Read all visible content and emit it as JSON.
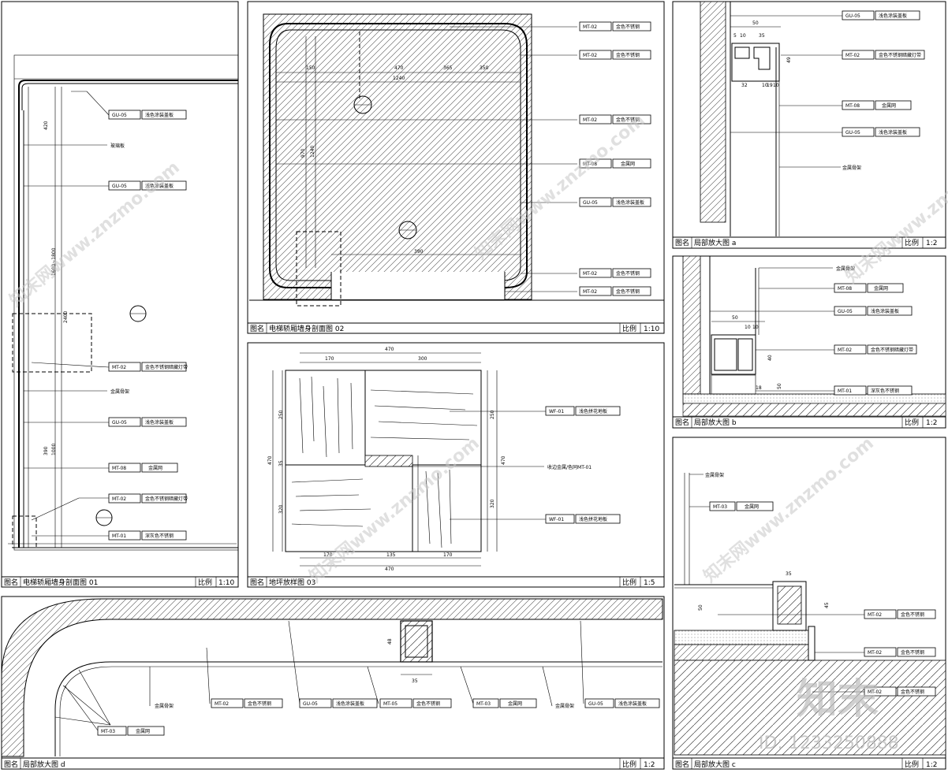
{
  "panels": [
    {
      "name_label": "图名",
      "title": "电梯轿厢墙身剖面图 01",
      "scale_label": "比例",
      "scale": "1:10"
    },
    {
      "name_label": "图名",
      "title": "电梯轿厢墙身剖面图 02",
      "scale_label": "比例",
      "scale": "1:10"
    },
    {
      "name_label": "图名",
      "title": "局部放大图 a",
      "scale_label": "比例",
      "scale": "1:2"
    },
    {
      "name_label": "图名",
      "title": "局部放大图 b",
      "scale_label": "比例",
      "scale": "1:2"
    },
    {
      "name_label": "图名",
      "title": "地坪放样图 03",
      "scale_label": "比例",
      "scale": "1:5"
    },
    {
      "name_label": "图名",
      "title": "局部放大图 d",
      "scale_label": "比例",
      "scale": "1:2"
    },
    {
      "name_label": "图名",
      "title": "局部放大图 c",
      "scale_label": "比例",
      "scale": "1:2"
    }
  ],
  "tags": {
    "p1": [
      {
        "code": "GU-05",
        "text": "浅色涂装盖板"
      },
      {
        "code": "GU-05",
        "text": "浅色涂装盖板"
      },
      {
        "code": "MT-02",
        "text": "金色不锈钢暗藏灯带"
      },
      {
        "code": "GU-05",
        "text": "浅色涂装盖板"
      },
      {
        "code": "MT-08",
        "text": "金属网"
      },
      {
        "code": "MT-02",
        "text": "金色不锈钢暗藏灯带"
      },
      {
        "code": "MT-01",
        "text": "深灰色不锈钢"
      }
    ],
    "p1_notes": [
      "玻璃板",
      "金属骨架"
    ],
    "p2": [
      {
        "code": "MT-02",
        "text": "金色不锈钢"
      },
      {
        "code": "MT-02",
        "text": "金色不锈钢"
      },
      {
        "code": "MT-02",
        "text": "金色不锈钢"
      },
      {
        "code": "MT-08",
        "text": "金属网"
      },
      {
        "code": "GU-05",
        "text": "浅色涂装盖板"
      },
      {
        "code": "MT-02",
        "text": "金色不锈钢"
      },
      {
        "code": "MT-02",
        "text": "金色不锈钢"
      }
    ],
    "pa": [
      {
        "code": "GU-05",
        "text": "浅色涂装盖板"
      },
      {
        "code": "MT-02",
        "text": "金色不锈钢暗藏灯带"
      },
      {
        "code": "MT-08",
        "text": "金属网"
      },
      {
        "code": "GU-05",
        "text": "浅色涂装盖板"
      }
    ],
    "pa_note": "金属骨架",
    "pb": [
      {
        "code": "MT-08",
        "text": "金属网"
      },
      {
        "code": "GU-05",
        "text": "浅色涂装盖板"
      },
      {
        "code": "MT-02",
        "text": "金色不锈钢暗藏灯带"
      },
      {
        "code": "MT-01",
        "text": "深灰色不锈钢"
      }
    ],
    "pb_note": "金属骨架",
    "p3": [
      {
        "code": "WF-01",
        "text": "浅色拼花地板"
      },
      {
        "code": "WF-01",
        "text": "浅色拼花地板"
      }
    ],
    "p3_note": "收边金属/色同MT-01",
    "pd": [
      {
        "code": "MT-02",
        "text": "金色不锈钢"
      },
      {
        "code": "GU-05",
        "text": "浅色涂装盖板"
      },
      {
        "code": "MT-05",
        "text": "金色不锈钢"
      },
      {
        "code": "MT-03",
        "text": "金属网"
      },
      {
        "code": "GU-05",
        "text": "浅色涂装盖板"
      },
      {
        "code": "MT-03",
        "text": "金属网"
      }
    ],
    "pd_notes": [
      "金属骨架",
      "金属骨架"
    ],
    "pc": [
      {
        "code": "MT-03",
        "text": "金属网"
      },
      {
        "code": "MT-02",
        "text": "金色不锈钢"
      },
      {
        "code": "MT-02",
        "text": "金色不锈钢"
      },
      {
        "code": "MT-02",
        "text": "金色不锈钢"
      }
    ],
    "pc_note": "金属骨架"
  },
  "dims": {
    "p2_top": [
      "150",
      "470",
      "365",
      "350"
    ],
    "p2_total": "1240",
    "p2_left": [
      "970",
      "1240"
    ],
    "p2_bottom": "390",
    "p3_top_total": "470",
    "p3_top": [
      "170",
      "300"
    ],
    "p3_bottom": [
      "170",
      "135",
      "170"
    ],
    "p3_bottom_total": "470",
    "p3_left": [
      "250",
      "35",
      "320"
    ],
    "p3_left_total": "470",
    "p3_right": [
      "250",
      "320",
      "470"
    ],
    "p1_vert": [
      "420",
      "1600~1800",
      "2400",
      "390",
      "1000"
    ],
    "pd": [
      "48",
      "35"
    ],
    "pc": [
      "35",
      "50",
      "45"
    ],
    "pa": [
      "50",
      "5",
      "10",
      "35",
      "49",
      "32",
      "10",
      "19",
      "10"
    ],
    "pb": [
      "50",
      "10",
      "10",
      "40",
      "18",
      "50"
    ]
  },
  "watermarks": [
    "知末网www.znzmo.com",
    "知末网www.znzmo.com",
    "知末网www.znzmo.com",
    "知末网www.znzmo.com",
    "知末网www.znzmo.com"
  ],
  "brand": {
    "logo": "知末",
    "id": "ID: 1233250888"
  }
}
